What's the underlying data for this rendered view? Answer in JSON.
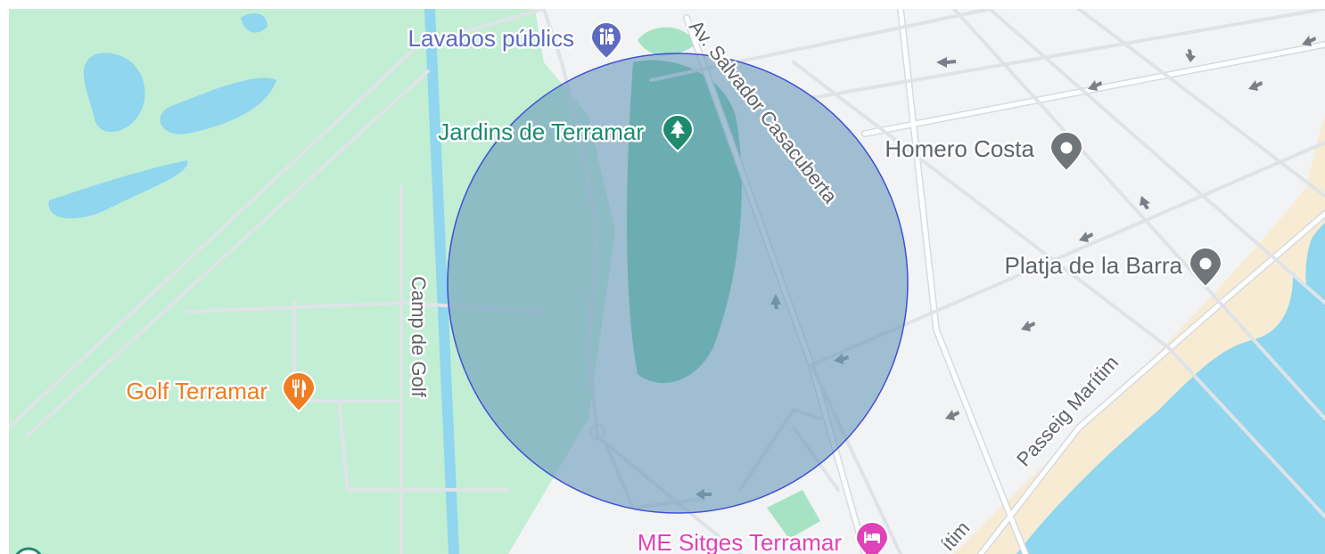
{
  "map": {
    "pois": [
      {
        "id": "lavabos",
        "label": "Lavabos públics",
        "icon": "restroom-icon",
        "color": "#5c6bc0"
      },
      {
        "id": "jardins",
        "label": "Jardins de Terramar",
        "icon": "tree-icon",
        "color": "#1e8a6e"
      },
      {
        "id": "homero",
        "label": "Homero Costa",
        "icon": "place-pin-icon",
        "color": "#70757a"
      },
      {
        "id": "platja",
        "label": "Platja de la Barra",
        "icon": "place-pin-icon",
        "color": "#70757a"
      },
      {
        "id": "golf",
        "label": "Golf Terramar",
        "icon": "restaurant-icon",
        "color": "#ef7d22"
      },
      {
        "id": "hotel",
        "label": "ME Sitges Terramar",
        "icon": "hotel-bed-icon",
        "color": "#e042b8"
      }
    ],
    "streets": [
      {
        "id": "salvador",
        "label": "Av. Salvador Casacuberta"
      },
      {
        "id": "camp-golf",
        "label": "Camp de Golf"
      },
      {
        "id": "passeig",
        "label": "Passeig Marítim"
      },
      {
        "id": "passeig-partial",
        "label": "ítim"
      }
    ],
    "overlay": {
      "shape": "circle",
      "fill_color": "#6d9cbc",
      "stroke_color": "#3f51d6"
    },
    "colors": {
      "park": "#c2eed4",
      "water": "#8fd6ee",
      "land": "#f1f3f4",
      "sand": "#f7ecd3",
      "road": "#ffffff",
      "road_outline": "#d5dbe0"
    }
  }
}
